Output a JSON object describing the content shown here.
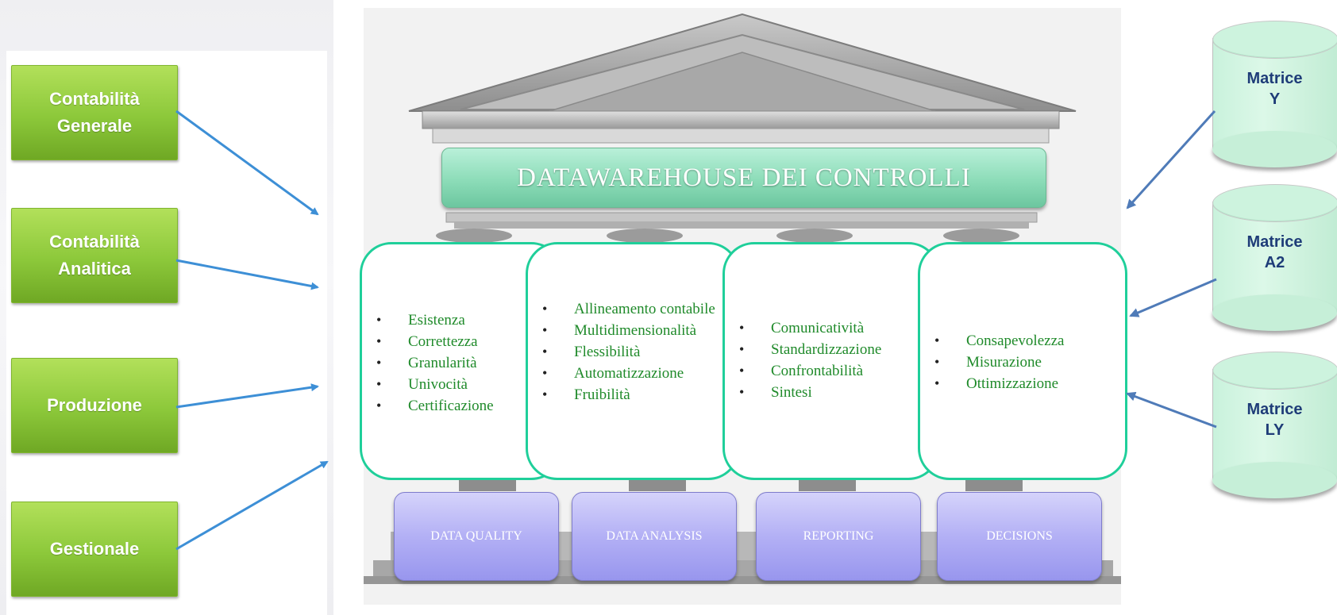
{
  "sources": [
    {
      "label": "Contabilità\nGenerale"
    },
    {
      "label": "Contabilità\nAnalitica"
    },
    {
      "label": "Produzione"
    },
    {
      "label": "Gestionale"
    }
  ],
  "title": "DATAWAREHOUSE DEI CONTROLLI",
  "pillars": [
    {
      "items": [
        "Esistenza",
        "Correttezza",
        "Granularità",
        "Univocità",
        "Certificazione"
      ]
    },
    {
      "items": [
        "Allineamento contabile",
        "Multidimensionalità",
        "Flessibilità",
        "Automatizzazione",
        "Fruibilità"
      ]
    },
    {
      "items": [
        "Comunicatività",
        "Standardizzazione",
        "Confrontabilità",
        "Sintesi"
      ]
    },
    {
      "items": [
        "Consapevolezza",
        "Misurazione",
        "Ottimizzazione"
      ]
    }
  ],
  "bases": [
    {
      "label": "DATA QUALITY"
    },
    {
      "label": "DATA ANALYSIS"
    },
    {
      "label": "REPORTING"
    },
    {
      "label": "DECISIONS"
    }
  ],
  "matrices": [
    {
      "label": "Matrice\nY"
    },
    {
      "label": "Matrice\nA2"
    },
    {
      "label": "Matrice\nLY"
    }
  ],
  "colors": {
    "source_green": "#8cc83a",
    "banner_teal": "#8cdcb8",
    "pillar_border": "#1fcf9a",
    "pillar_text": "#1f8a2a",
    "base_lavender": "#b3b0f5",
    "cylinder_mint": "#cdf3de",
    "matrix_text": "#1e3c78",
    "arrow_left": "#3d8fd6",
    "arrow_right": "#4f7bb8"
  }
}
